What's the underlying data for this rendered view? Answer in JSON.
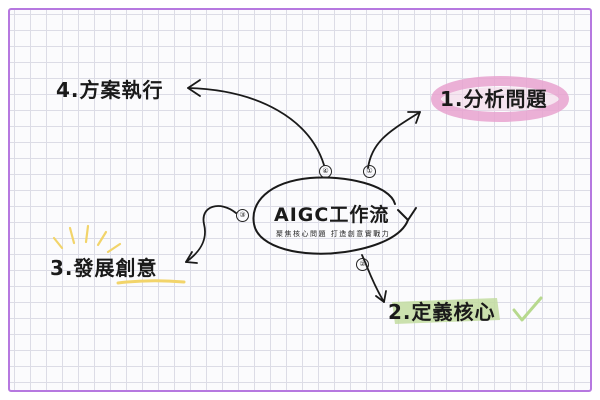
{
  "center": {
    "title": "AIGC工作流",
    "subtitle": "聚焦核心問題  打造創意實戰力"
  },
  "steps": [
    {
      "label": "1.分析問題",
      "marker": "①"
    },
    {
      "label": "2.定義核心",
      "marker": "②"
    },
    {
      "label": "3.發展創意",
      "marker": "③"
    },
    {
      "label": "4.方案執行",
      "marker": "④"
    }
  ],
  "colors": {
    "border": "#b678e0",
    "grid": "#dcdce6",
    "highlight_pink": "#e7a2cf",
    "highlight_green": "#c2dca0",
    "accent_yellow": "#f2d46a",
    "check_green": "#b7d98e",
    "ink": "#1a1a1a"
  }
}
